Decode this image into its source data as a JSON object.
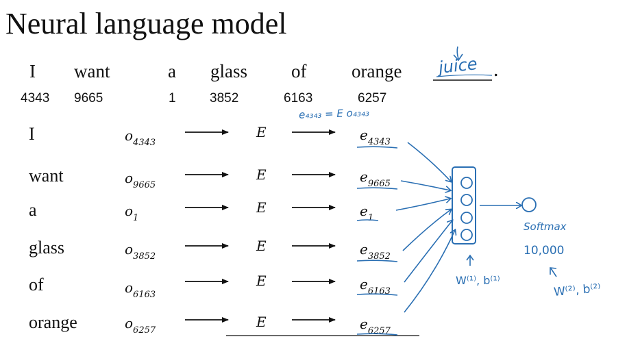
{
  "title": "Neural language model",
  "sentence": {
    "words": [
      "I",
      "want",
      "a",
      "glass",
      "of",
      "orange"
    ],
    "indices": [
      "4343",
      "9665",
      "1",
      "3852",
      "6163",
      "6257"
    ]
  },
  "rows": [
    {
      "word": "I",
      "onehot": "o",
      "onehot_sub": "4343",
      "matrix": "E",
      "emb": "e",
      "emb_sub": "4343"
    },
    {
      "word": "want",
      "onehot": "o",
      "onehot_sub": "9665",
      "matrix": "E",
      "emb": "e",
      "emb_sub": "9665"
    },
    {
      "word": "a",
      "onehot": "o",
      "onehot_sub": "1",
      "matrix": "E",
      "emb": "e",
      "emb_sub": "1"
    },
    {
      "word": "glass",
      "onehot": "o",
      "onehot_sub": "3852",
      "matrix": "E",
      "emb": "e",
      "emb_sub": "3852"
    },
    {
      "word": "of",
      "onehot": "o",
      "onehot_sub": "6163",
      "matrix": "E",
      "emb": "e",
      "emb_sub": "6163"
    },
    {
      "word": "orange",
      "onehot": "o",
      "onehot_sub": "6257",
      "matrix": "E",
      "emb": "e",
      "emb_sub": "6257"
    }
  ],
  "annotations": {
    "target_word": "juice",
    "period": ".",
    "embedding_eq": "e₄₃₄₃ = E o₄₃₄₃",
    "softmax_label": "Softmax",
    "vocab_size": "10,000",
    "layer1_params": "W⁽¹⁾, b⁽¹⁾",
    "layer2_params": "W⁽²⁾, b⁽²⁾"
  },
  "colors": {
    "ink": "#2a6fb3",
    "text": "#111111"
  }
}
